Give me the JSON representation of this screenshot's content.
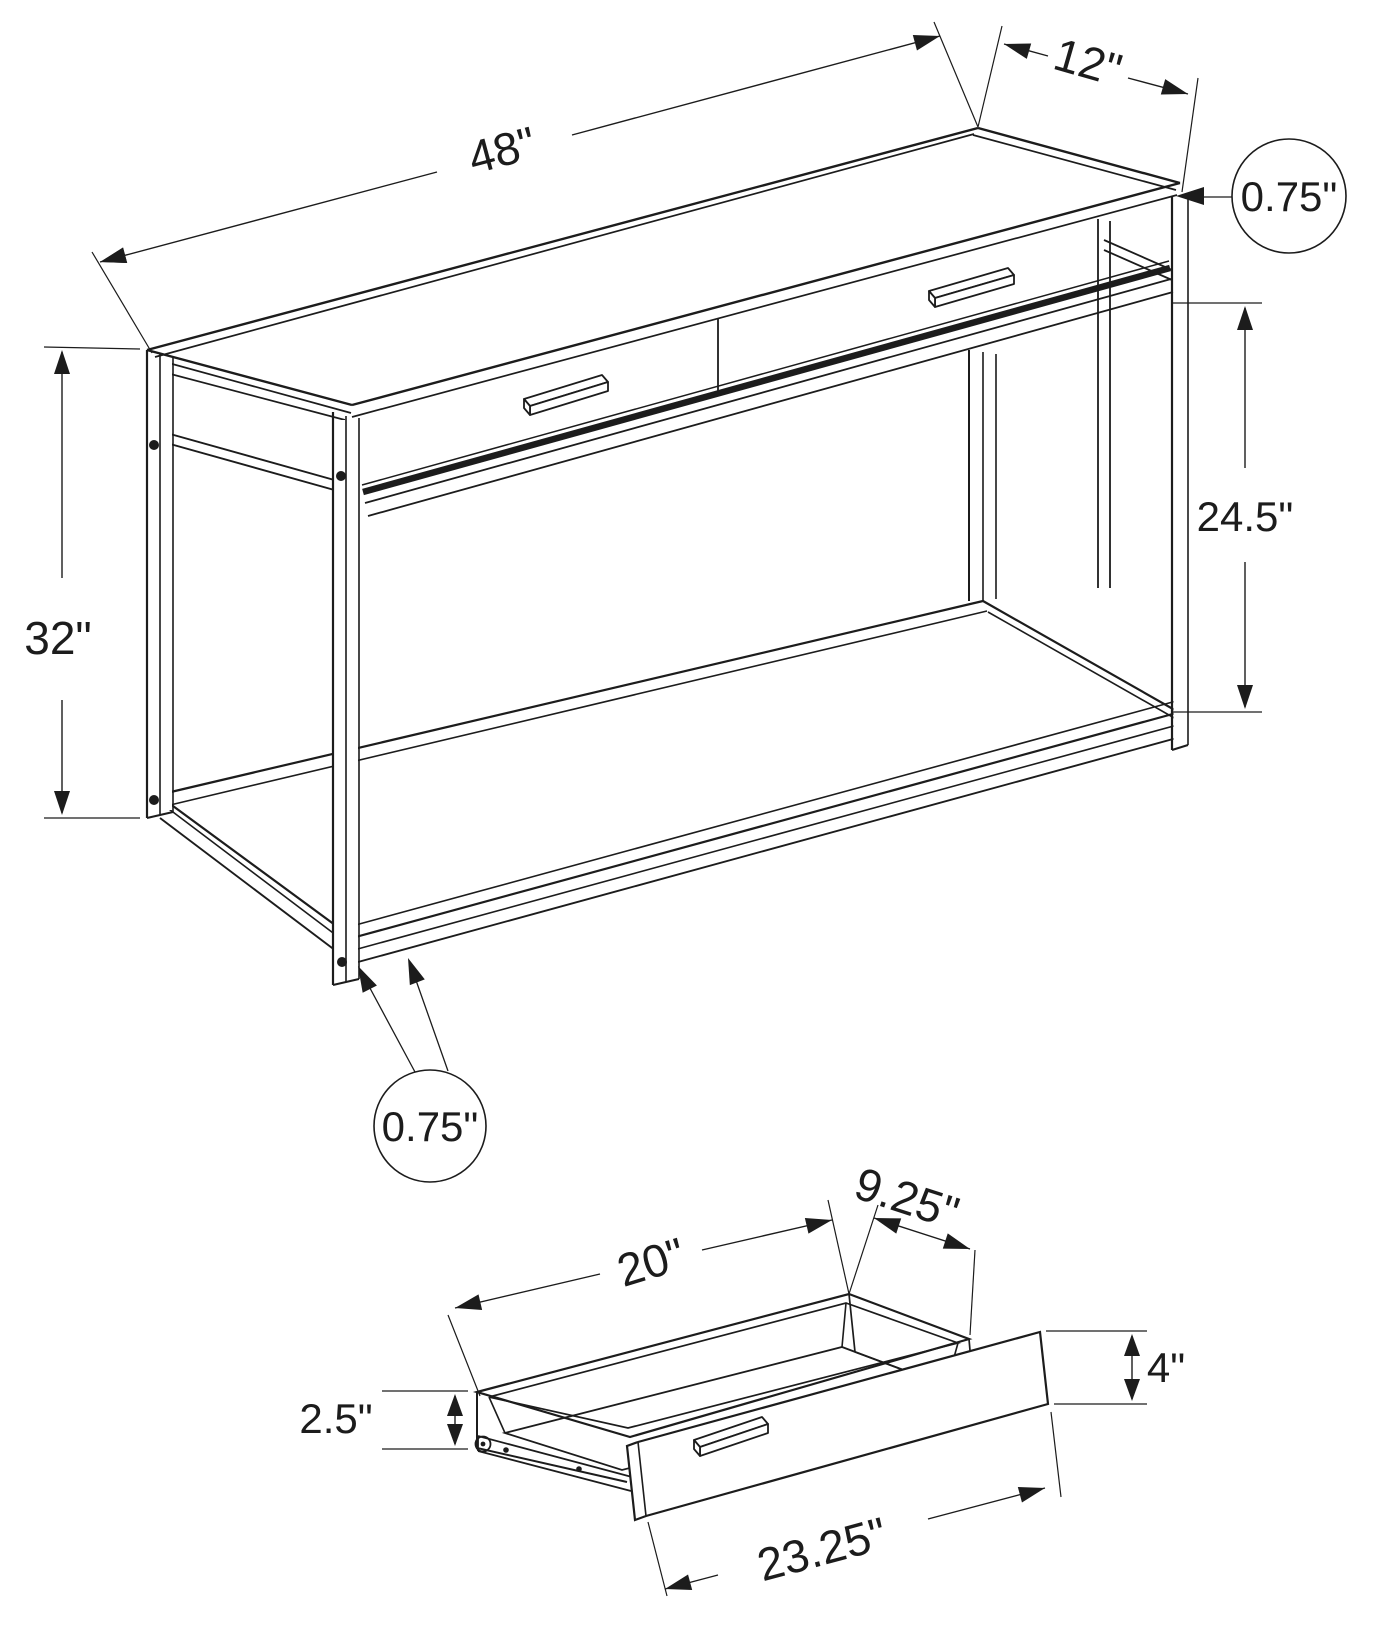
{
  "figure": {
    "type": "product dimension diagram",
    "views": {
      "table": {
        "name": "console table with two drawers",
        "dimensions": {
          "length": "48\"",
          "depth": "12\"",
          "height": "32\"",
          "top_thickness": "0.75\"",
          "frame_thickness": "0.75\"",
          "leg_clearance": "24.5\""
        }
      },
      "drawer": {
        "name": "storage drawer detail",
        "dimensions": {
          "inner_length": "20\"",
          "inner_depth": "9.25\"",
          "box_side_height": "2.5\"",
          "front_panel_height": "4\"",
          "front_panel_width": "23.25\""
        }
      }
    }
  }
}
